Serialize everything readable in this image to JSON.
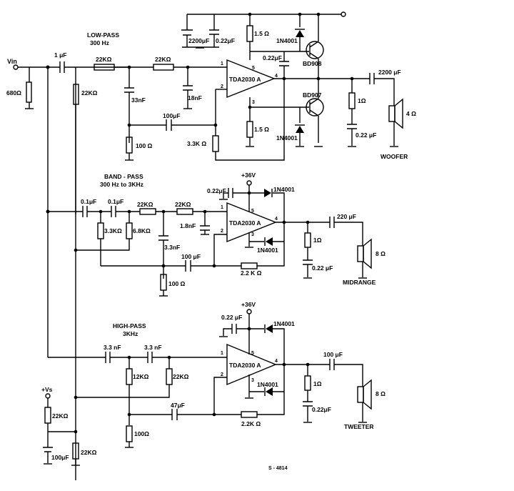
{
  "input": {
    "label": "Vin",
    "r_in": "680Ω",
    "c_in": "1 μF",
    "r_bias": "22KΩ"
  },
  "supply": {
    "plus36": "+36V",
    "vs": "+Vs",
    "r_top": "22KΩ",
    "r_bot": "22KΩ",
    "c_dec": "100μF"
  },
  "low": {
    "title1": "LOW-PASS",
    "title2": "300 Hz",
    "r1": "22KΩ",
    "r2": "22KΩ",
    "c1": "33nF",
    "c2": "18nF",
    "c_fb": "100μF",
    "r_fb_gnd": "100 Ω",
    "r_fb": "3.3K Ω",
    "c_bulk": "2200μF",
    "c_dec": "0.22μF",
    "r_sense_t": "1.5 Ω",
    "r_sense_b": "1.5 Ω",
    "d_top": "1N4001",
    "d_bot": "1N4001",
    "c_boot": "0.22μF",
    "q_top": "BD908",
    "q_bot": "BD907",
    "ic": "TDA2030 A",
    "c_out": "2200 μF",
    "zob_r": "1Ω",
    "zob_c": "0.22 μF",
    "spk_imp": "4 Ω",
    "spk_name": "WOOFER",
    "pin1": "1",
    "pin2": "2",
    "pin3": "3",
    "pin4": "4",
    "pin5": "5"
  },
  "band": {
    "title1": "BAND - PASS",
    "title2": "300 Hz to 3KHz",
    "c1": "0.1μF",
    "c2": "0.1μF",
    "r1": "3.3KΩ",
    "r2": "6.8KΩ",
    "r3": "22KΩ",
    "r4": "22KΩ",
    "c3": "1.8nF",
    "c4": "3.3nF",
    "c_fb": "100 μF",
    "r_fb_gnd": "100 Ω",
    "r_fb": "2.2 K Ω",
    "c_dec": "0.22μF",
    "plus36": "+36V",
    "d_top": "1N4001",
    "d_bot": "1N4001",
    "ic": "TDA2030 A",
    "c_out": "220 μF",
    "zob_r": "1Ω",
    "zob_c": "0.22 μF",
    "spk_imp": "8 Ω",
    "spk_name": "MIDRANGE",
    "pin1": "1",
    "pin2": "2",
    "pin3": "3",
    "pin4": "4",
    "pin5": "5"
  },
  "high": {
    "title1": "HIGH-PASS",
    "title2": "3KHz",
    "c1": "3.3 nF",
    "c2": "3.3 nF",
    "r1": "12KΩ",
    "r2": "22KΩ",
    "c_fb": "47μF",
    "r_fb_gnd": "100Ω",
    "r_fb": "2.2K Ω",
    "c_dec": "0.22 μF",
    "plus36": "+36V",
    "d_top": "1N4001",
    "d_bot": "1N4001",
    "ic": "TDA2030 A",
    "c_out": "100 μF",
    "zob_r": "1Ω",
    "zob_c": "0.22μF",
    "spk_imp": "8 Ω",
    "spk_name": "TWEETER",
    "pin1": "1",
    "pin2": "2",
    "pin3": "3",
    "pin4": "4",
    "pin5": "5"
  },
  "figure_ref": "S - 4814"
}
